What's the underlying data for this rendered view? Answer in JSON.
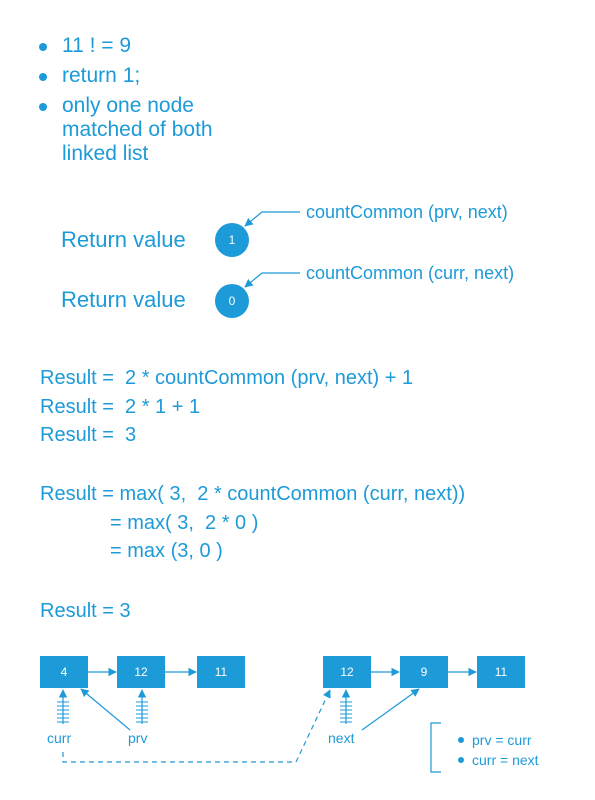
{
  "bullets": [
    "11 ! = 9",
    "return 1;",
    "only one node",
    "matched of both",
    "linked list"
  ],
  "return_values": [
    {
      "label": "Return value",
      "value": "1",
      "call": "countCommon (prv, next)"
    },
    {
      "label": "Return value",
      "value": "0",
      "call": "countCommon (curr, next)"
    }
  ],
  "result_lines": [
    "Result =  2 * countCommon (prv, next) + 1",
    "Result =  2 * 1 + 1",
    "Result =  3",
    "Result = max( 3,  2 * countCommon (curr, next))",
    "= max( 3,  2 * 0 )",
    "= max (3, 0 )",
    "Result = 3"
  ],
  "list1": [
    "4",
    "12",
    "11"
  ],
  "list2": [
    "12",
    "9",
    "11"
  ],
  "pointers": {
    "curr": "curr",
    "prv": "prv",
    "next": "next"
  },
  "legend": [
    "prv = curr",
    "curr = next"
  ],
  "colors": {
    "accent": "#1d9ad8"
  }
}
